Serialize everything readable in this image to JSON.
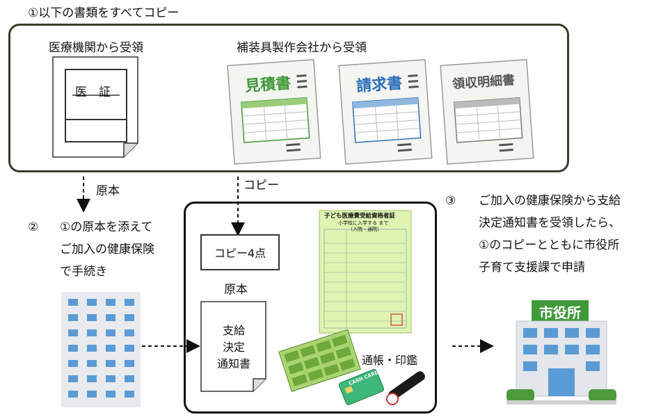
{
  "step1": {
    "title": "①以下の書類をすべてコピー",
    "hospital_label": "医療機関から受領",
    "cert_title": "医　証",
    "maker_label": "補装具製作会社から受領",
    "docs": [
      "見積書",
      "請求書",
      "領収明細書"
    ]
  },
  "arrows": {
    "original": "原本",
    "copy": "コピー"
  },
  "step2": {
    "num": "②",
    "lines": [
      "①の原本を添えて",
      "ご加入の健康保険",
      "で手続き"
    ]
  },
  "bundle": {
    "copy_box": "コピー4点",
    "original_label": "原本",
    "notice_lines": [
      "支給",
      "決定",
      "通知書"
    ],
    "card_title": "子ども医療費受給資格者証",
    "card_sub": "小学校に入学する まで",
    "card_sub2": "（入院・通院）",
    "bankbook_label": "通帳・印鑑",
    "cash_card": "CASH CARD"
  },
  "step3": {
    "num": "③",
    "lines": [
      "ご加入の健康保険から支給",
      "決定通知書を受領したら、",
      "①のコピーとともに市役所",
      "子育て支援課で申請"
    ],
    "city_hall_sign": "市役所"
  },
  "colors": {
    "frame": "#3b3b2a",
    "doc_green": "#3f9a3a",
    "doc_blue": "#2a6fb8",
    "doc_gray": "#555555",
    "card_bg": "#dff4b0",
    "building_blue": "#5a9bd5"
  }
}
